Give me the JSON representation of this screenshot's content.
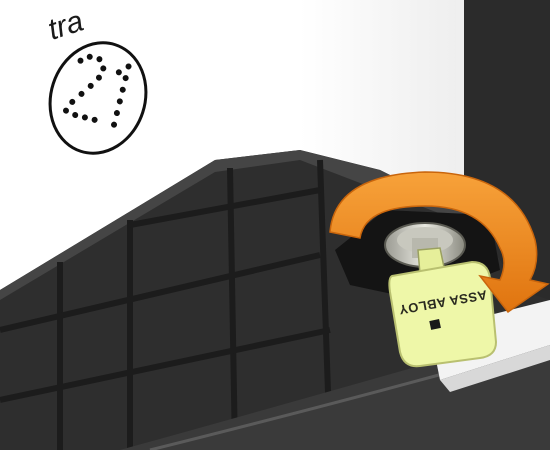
{
  "label": {
    "prefix_text": "tra",
    "number": "21"
  },
  "key": {
    "brand": "ASSA ABLOY"
  },
  "colors": {
    "arrow": "#f08a1c",
    "key_tag": "#eef7a8",
    "box": "#2e2e2e",
    "box_edge": "#1a1a1a",
    "grid": "#202020",
    "wall": "#d9d9d9"
  },
  "icons": {
    "rotation_arrow": "clockwise-arrow-icon",
    "lock": "lock-cylinder-icon"
  }
}
